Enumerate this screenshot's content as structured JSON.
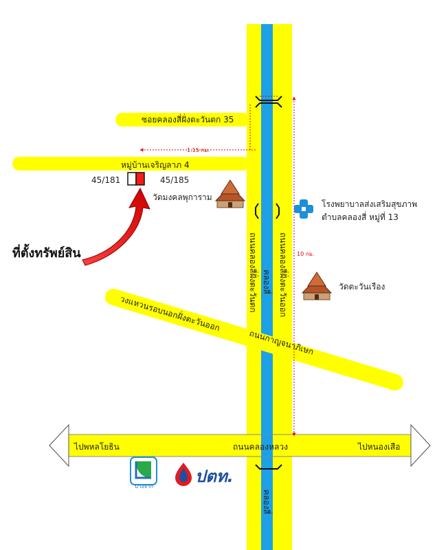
{
  "colors": {
    "road": "#ffff00",
    "road_border": "#c8c890",
    "canal": "#1ea0e6",
    "distance_marker": "#e00000",
    "pin": "#ff1a1a",
    "hospital": "#1e8fd8"
  },
  "roads": {
    "soi_35": "ซอยคลองสี่ฝั่งตะวันตก 35",
    "moo_4": "หมู่บ้านเจริญลาภ 4",
    "ring_road": "วงแหวนรอบนอกฝั่งตะวันออก",
    "kanchanaphisek": "ถนนกาญจนาภิเษก",
    "khlong_luang": "ถนนคลองหลวง",
    "khlong_si_west": "ถนนคลองสี่ฝั่งตะวันตก",
    "khlong_si_east": "ถนนคลองสี่ฝั่งตะวันออก",
    "canal_upper": "คลองสี่",
    "canal_lower": "คลองสี่"
  },
  "directions": {
    "left": "ไปพหลโยธิน",
    "right": "ไปหนองเสือ"
  },
  "plots": {
    "left": "45/181",
    "right": "45/185"
  },
  "property_label": "ที่ตั้งทรัพย์สิน",
  "pois": {
    "temple_1": "วัดมงคลพุการาม",
    "temple_2": "วัดตะวันเรือง",
    "hospital_line1": "โรงพยาบาลส่งเสริมสุขภาพ",
    "hospital_line2": "ตำบลคลองสี่ หมู่ที่ 13"
  },
  "distances": {
    "d1": "1.15 กม.",
    "d2": "10 กม."
  },
  "logos": {
    "bangchak_text": "บางจาก",
    "ptt_text": "ปตท."
  },
  "icons": {
    "temple": "temple-icon",
    "hospital": "hospital-cross-icon",
    "pin_arrow": "location-arrow-icon",
    "bangchak": "bangchak-logo-icon",
    "ptt": "ptt-logo-icon"
  }
}
